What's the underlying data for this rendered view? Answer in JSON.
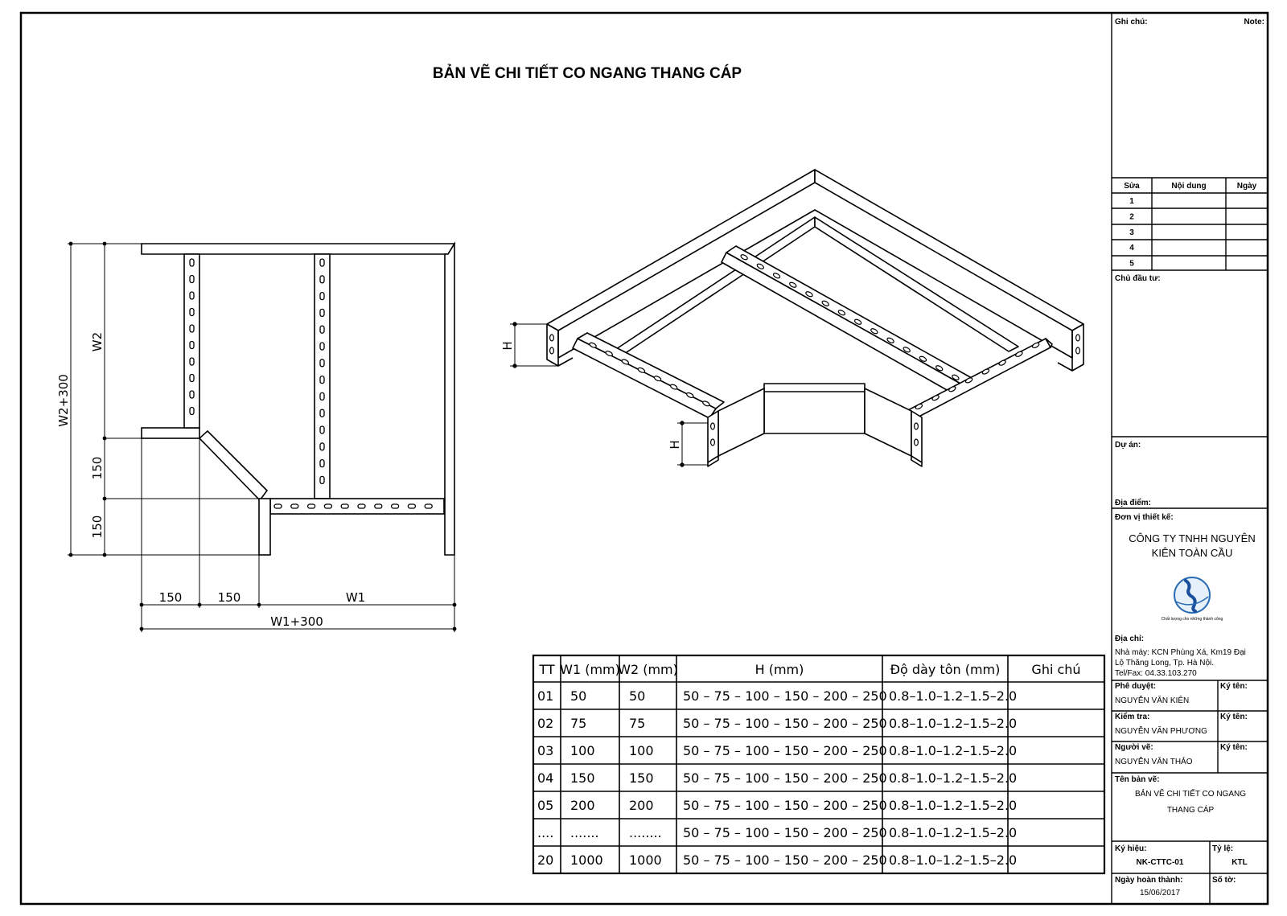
{
  "sheet": {
    "title": "BẢN VẼ CHI TIẾT CO NGANG THANG CÁP"
  },
  "plan_view": {
    "dims": {
      "w2": "W2",
      "w2_plus_300": "W2+300",
      "v150_upper": "150",
      "v150_lower": "150",
      "h150_left": "150",
      "h150_mid": "150",
      "w1": "W1",
      "w1_plus_300": "W1+300"
    }
  },
  "iso_view": {
    "h_label_1": "H",
    "h_label_2": "H"
  },
  "spec_table": {
    "headers": [
      "TT",
      "W1 (mm)",
      "W2 (mm)",
      "H (mm)",
      "Độ dày tôn (mm)",
      "Ghi chú"
    ],
    "rows": [
      [
        "01",
        "50",
        "50",
        "50 – 75 – 100 – 150 – 200 – 250",
        "0.8–1.0–1.2–1.5–2.0",
        ""
      ],
      [
        "02",
        "75",
        "75",
        "50 – 75 – 100 – 150 – 200 – 250",
        "0.8–1.0–1.2–1.5–2.0",
        ""
      ],
      [
        "03",
        "100",
        "100",
        "50 – 75 – 100 – 150 – 200 – 250",
        "0.8–1.0–1.2–1.5–2.0",
        ""
      ],
      [
        "04",
        "150",
        "150",
        "50 – 75 – 100 – 150 – 200 – 250",
        "0.8–1.0–1.2–1.5–2.0",
        ""
      ],
      [
        "05",
        "200",
        "200",
        "50 – 75 – 100 – 150 – 200 – 250",
        "0.8–1.0–1.2–1.5–2.0",
        ""
      ],
      [
        "....",
        ".......",
        "........",
        "50 – 75 – 100 – 150 – 200 – 250",
        "0.8–1.0–1.2–1.5–2.0",
        ""
      ],
      [
        "20",
        "1000",
        "1000",
        "50 – 75 – 100 – 150 – 200 – 250",
        "0.8–1.0–1.2–1.5–2.0",
        ""
      ]
    ]
  },
  "title_block": {
    "ghi_chu": "Ghi chú:",
    "note": "Note:",
    "rev_headers": [
      "Sửa",
      "Nội dung",
      "Ngày"
    ],
    "rev_rows": [
      "1",
      "2",
      "3",
      "4",
      "5"
    ],
    "chu_dau_tu": "Chủ đầu tư:",
    "du_an": "Dự án:",
    "dia_diem": "Địa điểm:",
    "don_vi_thiet_ke": "Đơn vị thiết kế:",
    "company_line1": "CÔNG TY TNHH NGUYÊN",
    "company_line2": "KIÊN TOÀN CẦU",
    "logo_tagline": "Chất lượng cho những thành công",
    "dia_chi": "Địa chỉ:",
    "address_line1": "Nhà máy: KCN Phùng Xá, Km19 Đại",
    "address_line2": "Lộ Thăng Long, Tp. Hà Nội.",
    "address_line3": "Tel/Fax: 04.33.103.270",
    "phe_duyet": "Phê duyệt:",
    "phe_duyet_name": "NGUYỄN VĂN KIÊN",
    "kiem_tra": "Kiểm tra:",
    "kiem_tra_name": "NGUYỄN VĂN PHƯƠNG",
    "nguoi_ve": "Người vẽ:",
    "nguoi_ve_name": "NGUYỄN VĂN THẢO",
    "ky_ten": "Ký tên:",
    "ten_ban_ve": "Tên bản vẽ:",
    "drawing_name_line1": "BẢN VẼ CHI TIẾT CO NGANG",
    "drawing_name_line2": "THANG CÁP",
    "ky_hieu": "Ký hiệu:",
    "ky_hieu_value": "NK-CTTC-01",
    "ty_le": "Tỷ lệ:",
    "ty_le_value": "KTL",
    "ngay_hoan_thanh": "Ngày hoàn thành:",
    "ngay_value": "15/06/2017",
    "so_to": "Số tờ:"
  }
}
